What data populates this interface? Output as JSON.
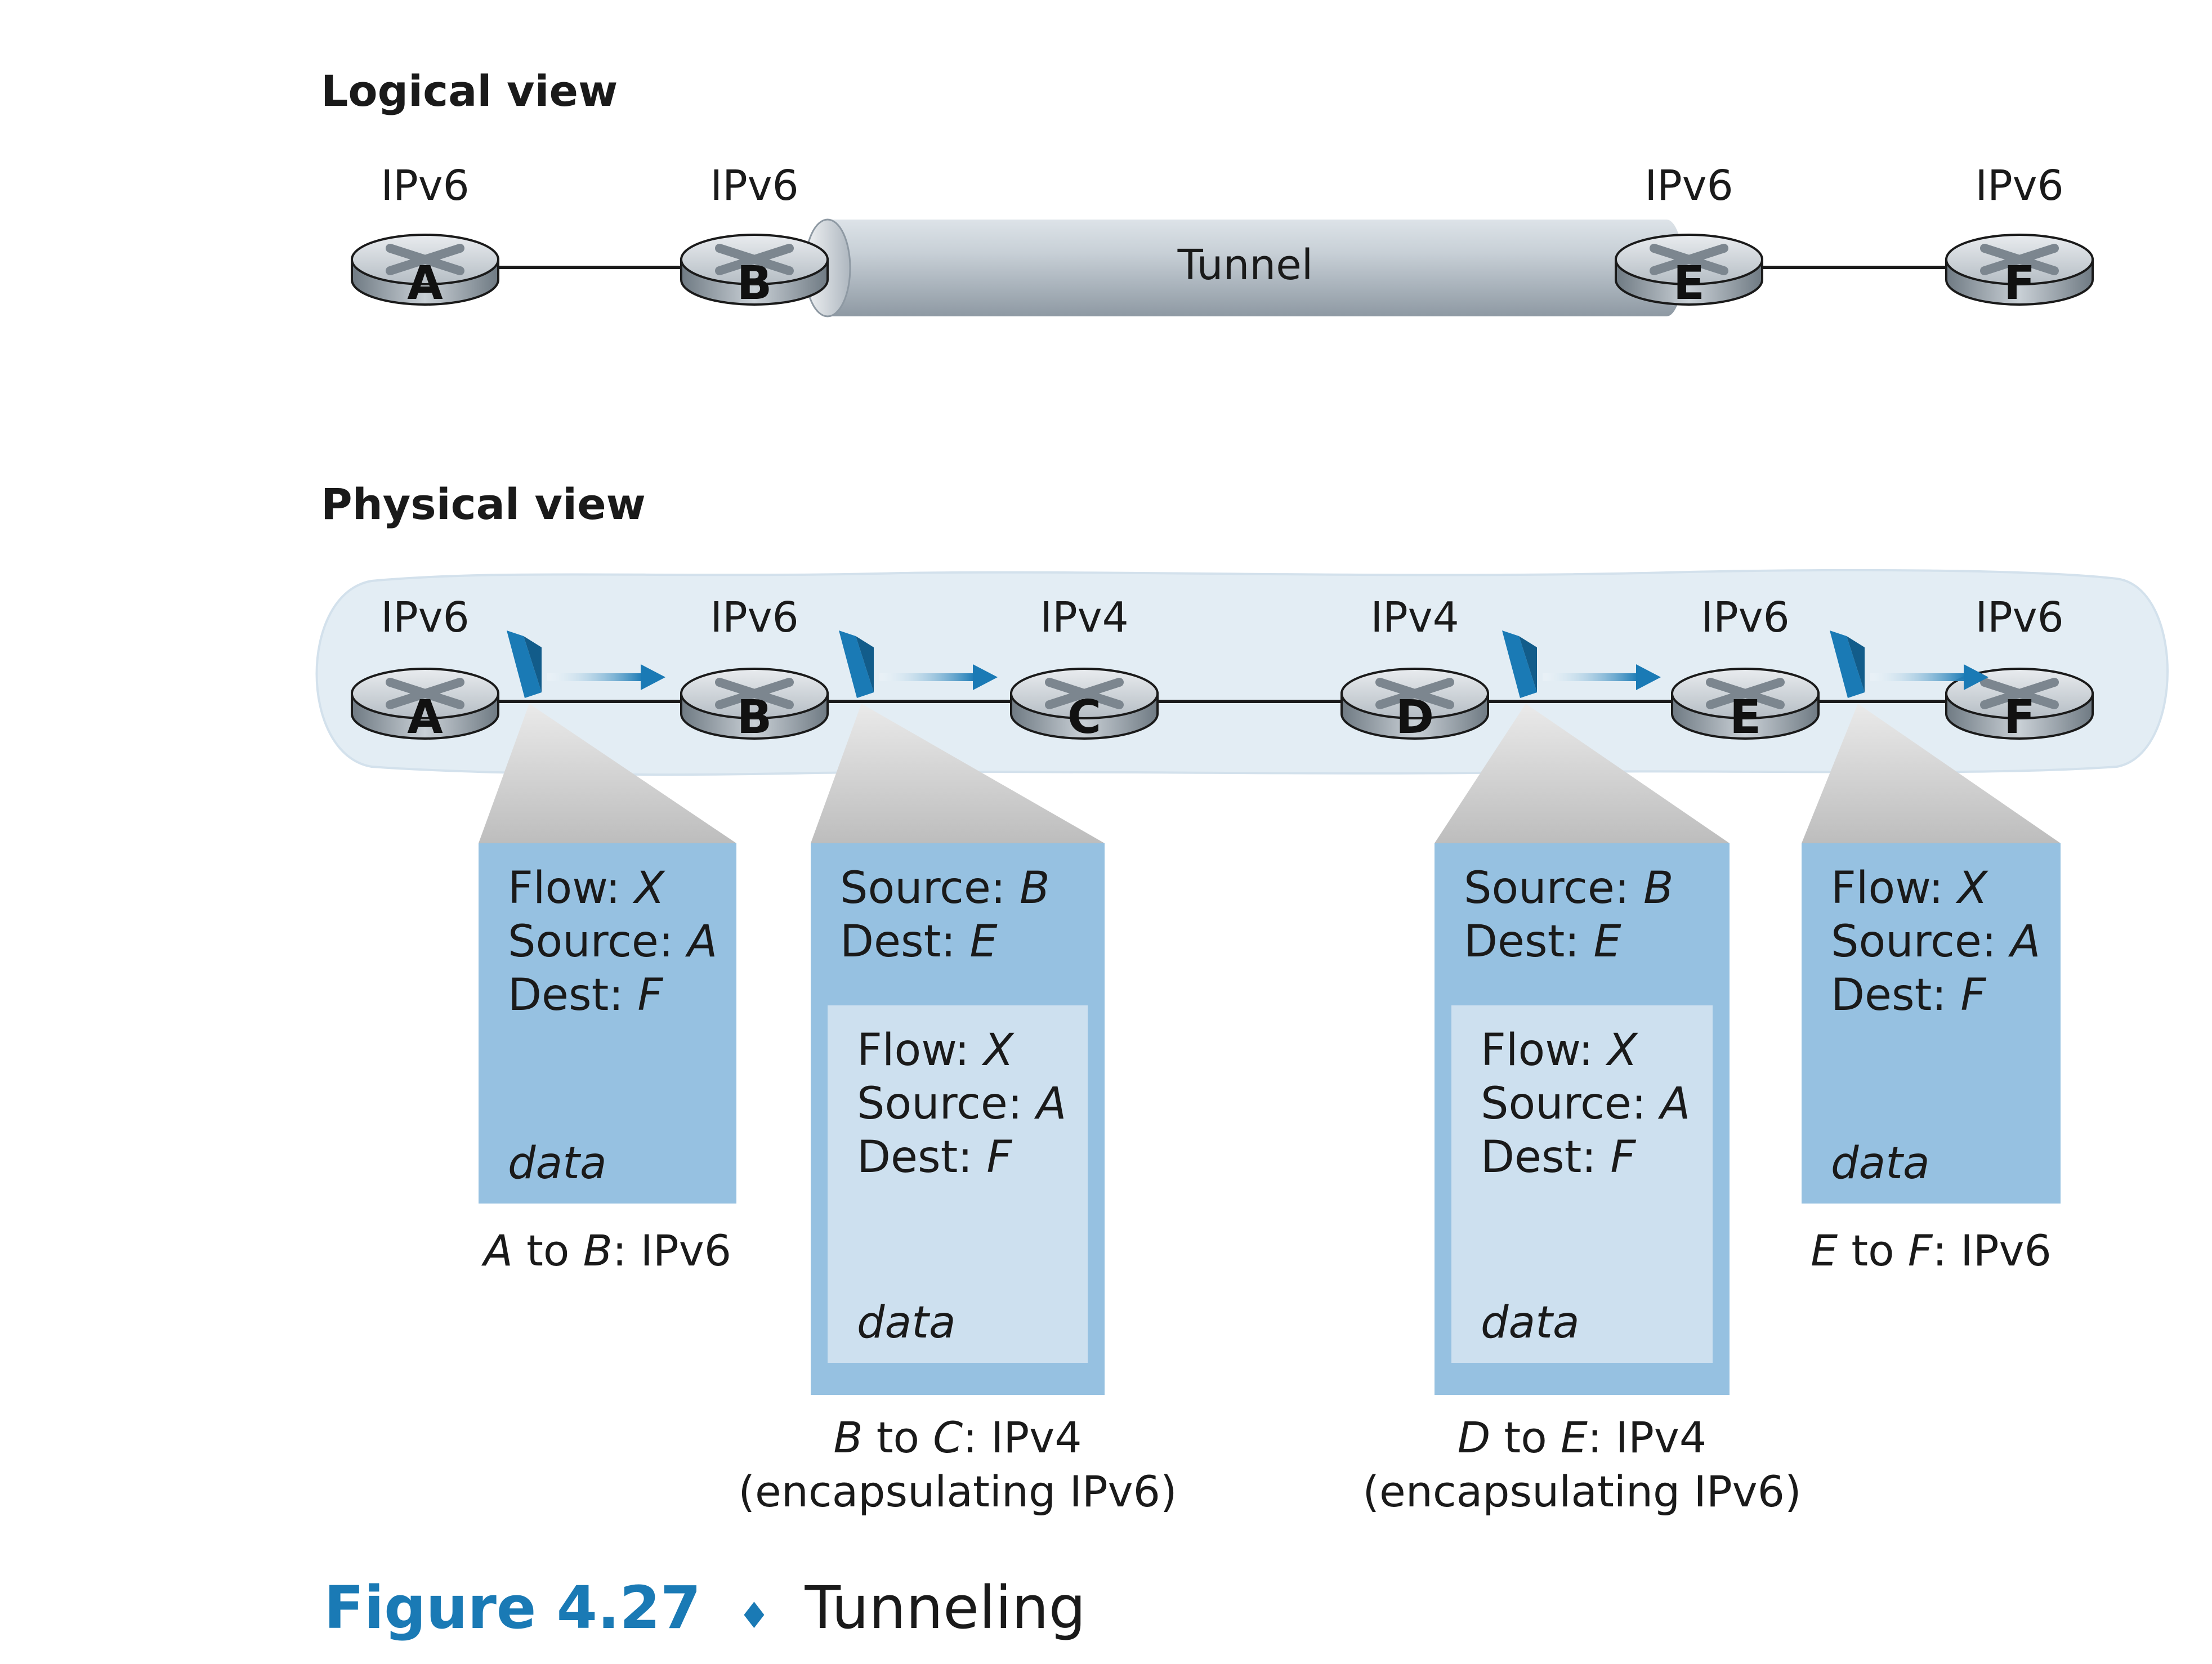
{
  "logical_view": {
    "title": "Logical view",
    "tunnel_label": "Tunnel",
    "routers": [
      {
        "id": "A",
        "protocol": "IPv6"
      },
      {
        "id": "B",
        "protocol": "IPv6"
      },
      {
        "id": "E",
        "protocol": "IPv6"
      },
      {
        "id": "F",
        "protocol": "IPv6"
      }
    ]
  },
  "physical_view": {
    "title": "Physical view",
    "routers": [
      {
        "id": "A",
        "protocol": "IPv6"
      },
      {
        "id": "B",
        "protocol": "IPv6"
      },
      {
        "id": "C",
        "protocol": "IPv4"
      },
      {
        "id": "D",
        "protocol": "IPv4"
      },
      {
        "id": "E",
        "protocol": "IPv6"
      },
      {
        "id": "F",
        "protocol": "IPv6"
      }
    ],
    "packets": [
      {
        "lines": [
          {
            "label": "Flow: ",
            "value": "X"
          },
          {
            "label": "Source: ",
            "value": "A"
          },
          {
            "label": "Dest: ",
            "value": "F"
          }
        ],
        "data": "data",
        "caption": {
          "from": "A",
          "to_word": " to ",
          "to": "B",
          "suffix": ": IPv6",
          "second_line": ""
        }
      },
      {
        "lines": [
          {
            "label": "Source: ",
            "value": "B"
          },
          {
            "label": "Dest: ",
            "value": "E"
          }
        ],
        "inner": {
          "lines": [
            {
              "label": "Flow: ",
              "value": "X"
            },
            {
              "label": "Source: ",
              "value": "A"
            },
            {
              "label": "Dest: ",
              "value": "F"
            }
          ],
          "data": "data"
        },
        "caption": {
          "from": "B",
          "to_word": " to ",
          "to": "C",
          "suffix": ": IPv4",
          "second_line": "(encapsulating IPv6)"
        }
      },
      {
        "lines": [
          {
            "label": "Source: ",
            "value": "B"
          },
          {
            "label": "Dest: ",
            "value": "E"
          }
        ],
        "inner": {
          "lines": [
            {
              "label": "Flow: ",
              "value": "X"
            },
            {
              "label": "Source: ",
              "value": "A"
            },
            {
              "label": "Dest: ",
              "value": "F"
            }
          ],
          "data": "data"
        },
        "caption": {
          "from": "D",
          "to_word": " to ",
          "to": "E",
          "suffix": ": IPv4",
          "second_line": "(encapsulating IPv6)"
        }
      },
      {
        "lines": [
          {
            "label": "Flow: ",
            "value": "X"
          },
          {
            "label": "Source: ",
            "value": "A"
          },
          {
            "label": "Dest: ",
            "value": "F"
          }
        ],
        "data": "data",
        "caption": {
          "from": "E",
          "to_word": " to ",
          "to": "F",
          "suffix": ": IPv6",
          "second_line": ""
        }
      }
    ]
  },
  "figure": {
    "number": "Figure 4.27",
    "separator": "♦",
    "title": "Tunneling"
  },
  "colors": {
    "packet_outer": "#96c1e1",
    "packet_inner": "#cde0ef",
    "network_cloud": "#e3edf4",
    "arrow": "#1a7ab5",
    "figure_accent": "#1a7ab5"
  }
}
